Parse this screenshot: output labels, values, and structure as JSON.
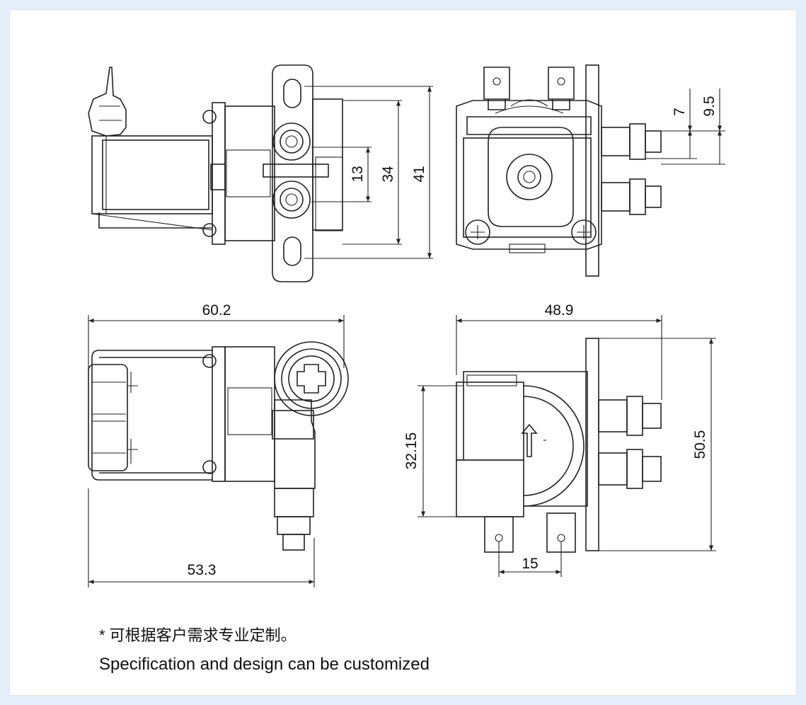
{
  "dimensions": {
    "top_left_13": "13",
    "top_left_34": "34",
    "top_left_41": "41",
    "top_right_7": "7",
    "top_right_9_5": "9.5",
    "bottom_left_60_2": "60.2",
    "bottom_left_53_3": "53.3",
    "bottom_right_48_9": "48.9",
    "bottom_right_32_15": "32.15",
    "bottom_right_50_5": "50.5",
    "bottom_right_15": "15"
  },
  "notes": {
    "chinese": "* 可根据客户需求专业定制。",
    "english": "Specification and design can be customized"
  },
  "colors": {
    "background": "#e3eefa",
    "panel": "#ffffff",
    "line": "#222222"
  }
}
